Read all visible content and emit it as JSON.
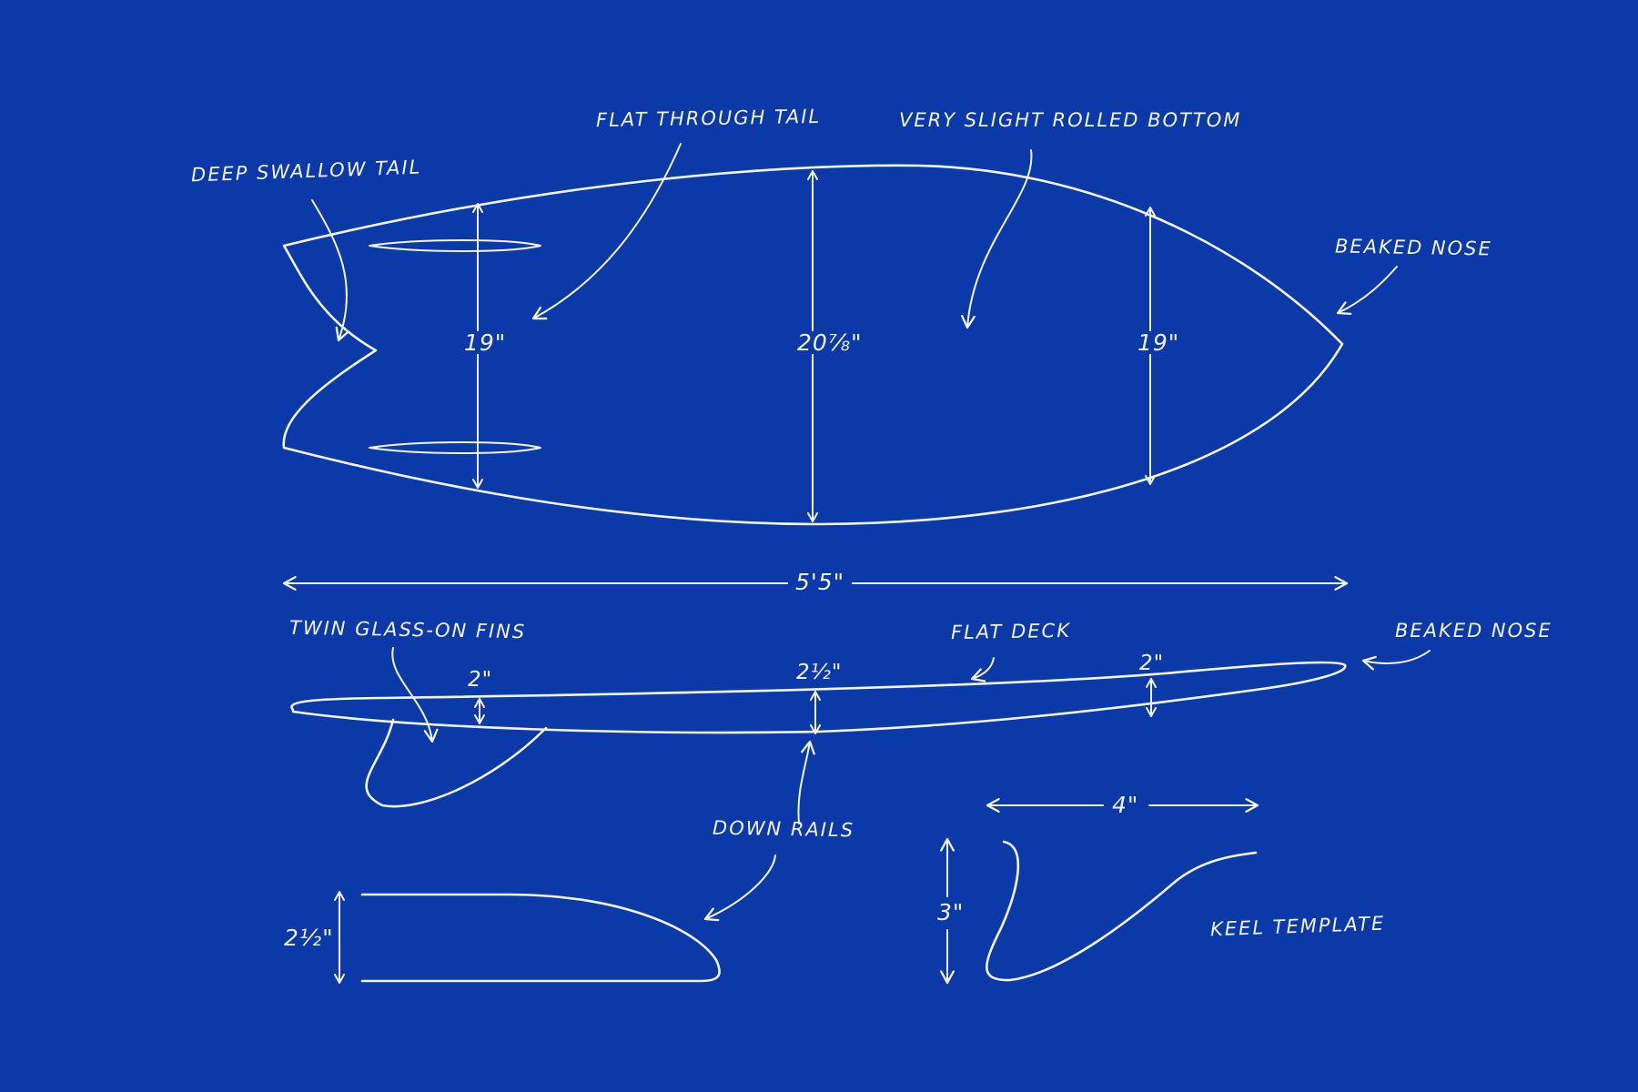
{
  "labels": {
    "deep_swallow_tail": "DEEP SWALLOW TAIL",
    "flat_through_tail": "FLAT THROUGH TAIL",
    "very_slight_rolled_bottom": "VERY SLIGHT ROLLED BOTTOM",
    "beaked_nose_top": "BEAKED NOSE",
    "twin_glass_on_fins": "TWIN GLASS-ON FINS",
    "flat_deck": "FLAT DECK",
    "beaked_nose_side": "BEAKED NOSE",
    "down_rails": "DOWN RAILS",
    "keel_template": "KEEL TEMPLATE"
  },
  "dimensions": {
    "tail_width": "19\"",
    "wide_point": "20⅞\"",
    "nose_width": "19\"",
    "length": "5'5\"",
    "tail_thickness": "2\"",
    "center_thickness": "2½\"",
    "nose_thickness": "2\"",
    "rail_height": "2½\"",
    "keel_base": "4\"",
    "keel_depth": "3\""
  },
  "colors": {
    "background": "#0b3aa8",
    "ink": "#f2f4ff"
  }
}
